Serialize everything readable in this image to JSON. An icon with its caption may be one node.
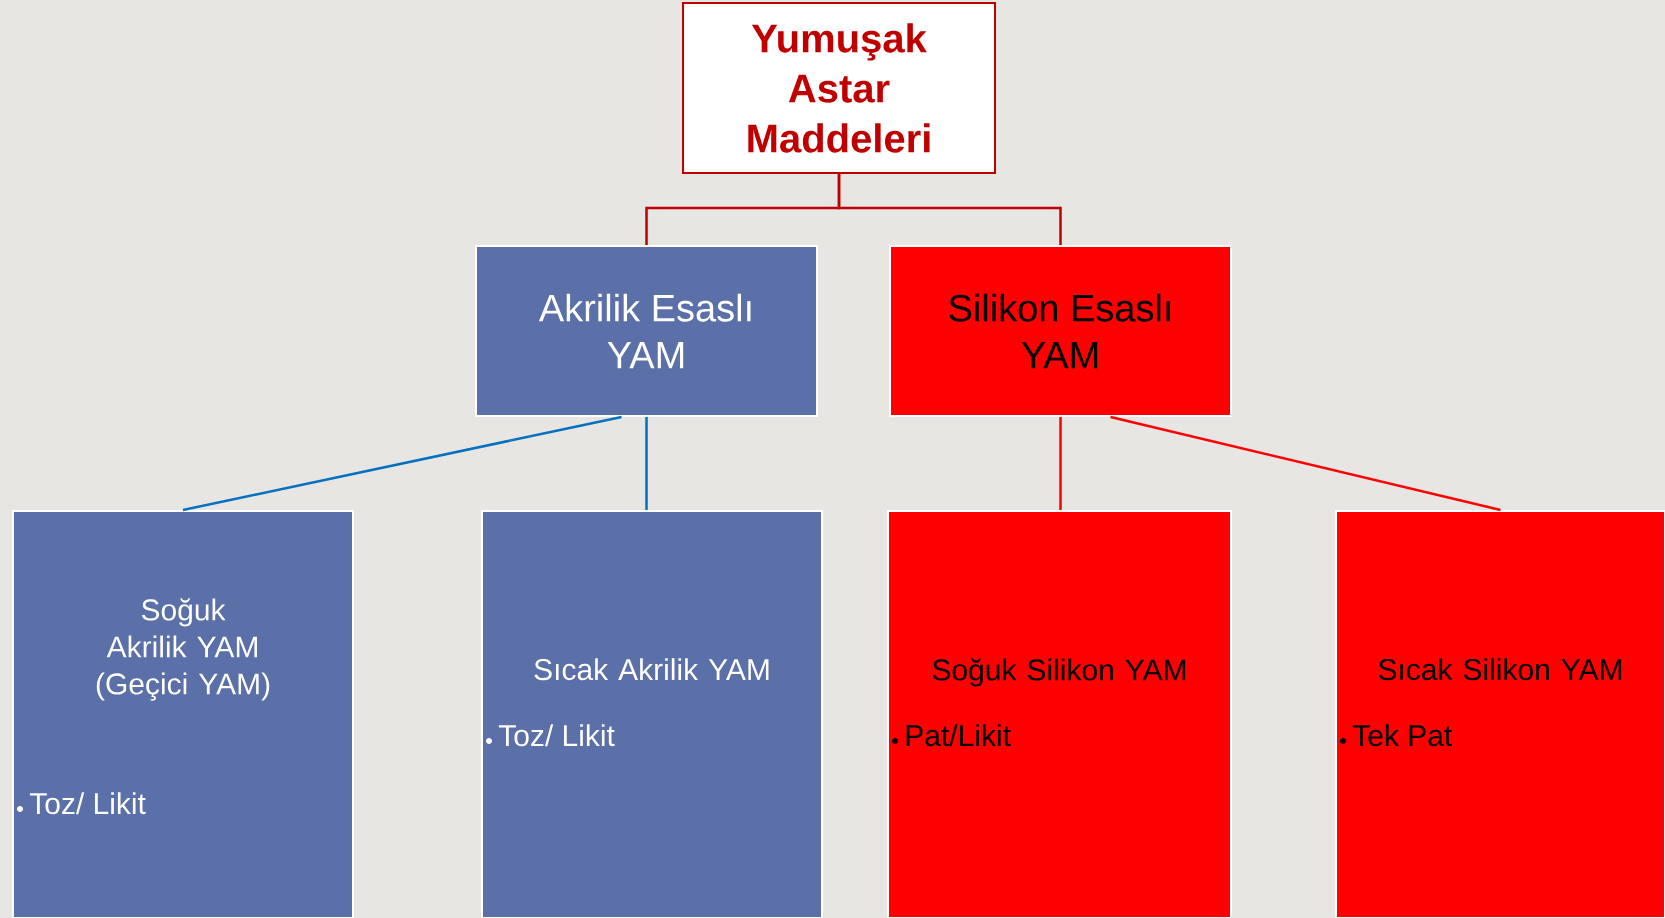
{
  "diagram": {
    "nodes": [
      {
        "text": [
          "Yumuşak Astar Maddeleri"
        ]
      },
      {
        "text": [
          "Akrilik Esaslı YAM"
        ]
      },
      {
        "text": [
          "Silikon Esaslı YAM"
        ]
      },
      {
        "text": [
          "Soğuk Akrilik YAM (Geçici YAM)",
          "Toz/ Likit"
        ]
      },
      {
        "text": [
          "Sıcak Akrilik YAM",
          "Toz/ Likit"
        ]
      },
      {
        "text": [
          "Soğuk Silikon YAM",
          "Pat/Likit"
        ]
      },
      {
        "text": [
          "Sıcak Silikon YAM",
          "Tek Pat"
        ]
      }
    ],
    "edges": [
      {
        "from": 0,
        "to": 1,
        "arrow": "none",
        "color": "#c00000"
      },
      {
        "from": 0,
        "to": 2,
        "arrow": "none",
        "color": "#c00000"
      },
      {
        "from": 1,
        "to": 3,
        "arrow": "none",
        "color": "#0070c0"
      },
      {
        "from": 1,
        "to": 4,
        "arrow": "none",
        "color": "#0070c0"
      },
      {
        "from": 2,
        "to": 5,
        "arrow": "none",
        "color": "#ff0000"
      },
      {
        "from": 2,
        "to": 6,
        "arrow": "none",
        "color": "#ff0000"
      }
    ]
  }
}
